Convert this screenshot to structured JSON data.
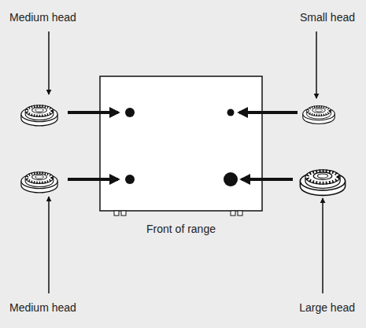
{
  "diagram": {
    "labels": [
      "Medium head",
      "Small head",
      "Medium head",
      "Large head",
      "Front of range"
    ]
  }
}
